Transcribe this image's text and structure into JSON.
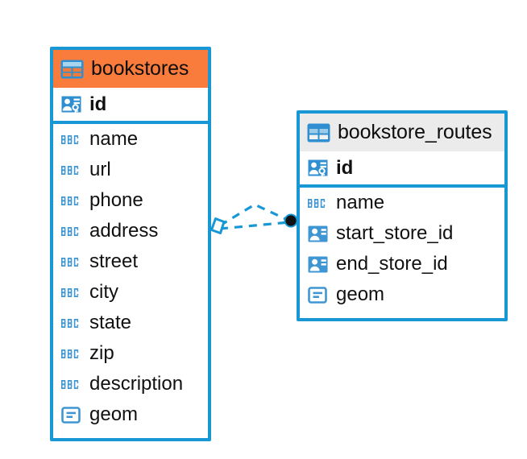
{
  "diagram": {
    "type": "entity-relationship-diagram",
    "background_color": "#ffffff",
    "accent_color": "#1798d5",
    "highlight_color": "#f97c3c",
    "neutral_header_color": "#ebebeb"
  },
  "entities": [
    {
      "name": "bookstores",
      "header_style": "accent",
      "header_icon": "table-icon",
      "fields": [
        {
          "name": "id",
          "icon": "primary-key-icon",
          "key": "primary"
        },
        {
          "name": "name",
          "icon": "abc-text-icon",
          "key": "none"
        },
        {
          "name": "url",
          "icon": "abc-text-icon",
          "key": "none"
        },
        {
          "name": "phone",
          "icon": "abc-text-icon",
          "key": "none"
        },
        {
          "name": "address",
          "icon": "abc-text-icon",
          "key": "none"
        },
        {
          "name": "street",
          "icon": "abc-text-icon",
          "key": "none"
        },
        {
          "name": "city",
          "icon": "abc-text-icon",
          "key": "none"
        },
        {
          "name": "state",
          "icon": "abc-text-icon",
          "key": "none"
        },
        {
          "name": "zip",
          "icon": "abc-text-icon",
          "key": "none"
        },
        {
          "name": "description",
          "icon": "abc-text-icon",
          "key": "none"
        },
        {
          "name": "geom",
          "icon": "geometry-icon",
          "key": "none"
        }
      ]
    },
    {
      "name": "bookstore_routes",
      "header_style": "neutral",
      "header_icon": "table-icon",
      "fields": [
        {
          "name": "id",
          "icon": "primary-key-icon",
          "key": "primary"
        },
        {
          "name": "name",
          "icon": "abc-text-icon",
          "key": "none"
        },
        {
          "name": "start_store_id",
          "icon": "foreign-key-icon",
          "key": "foreign"
        },
        {
          "name": "end_store_id",
          "icon": "foreign-key-icon",
          "key": "foreign"
        },
        {
          "name": "geom",
          "icon": "geometry-icon",
          "key": "none"
        }
      ]
    }
  ],
  "relationship": {
    "from_entity": "bookstores",
    "to_entity": "bookstore_routes",
    "from_marker": "diamond",
    "to_marker": "filled-circle",
    "line_style": "dashed",
    "color": "#1798d5"
  }
}
